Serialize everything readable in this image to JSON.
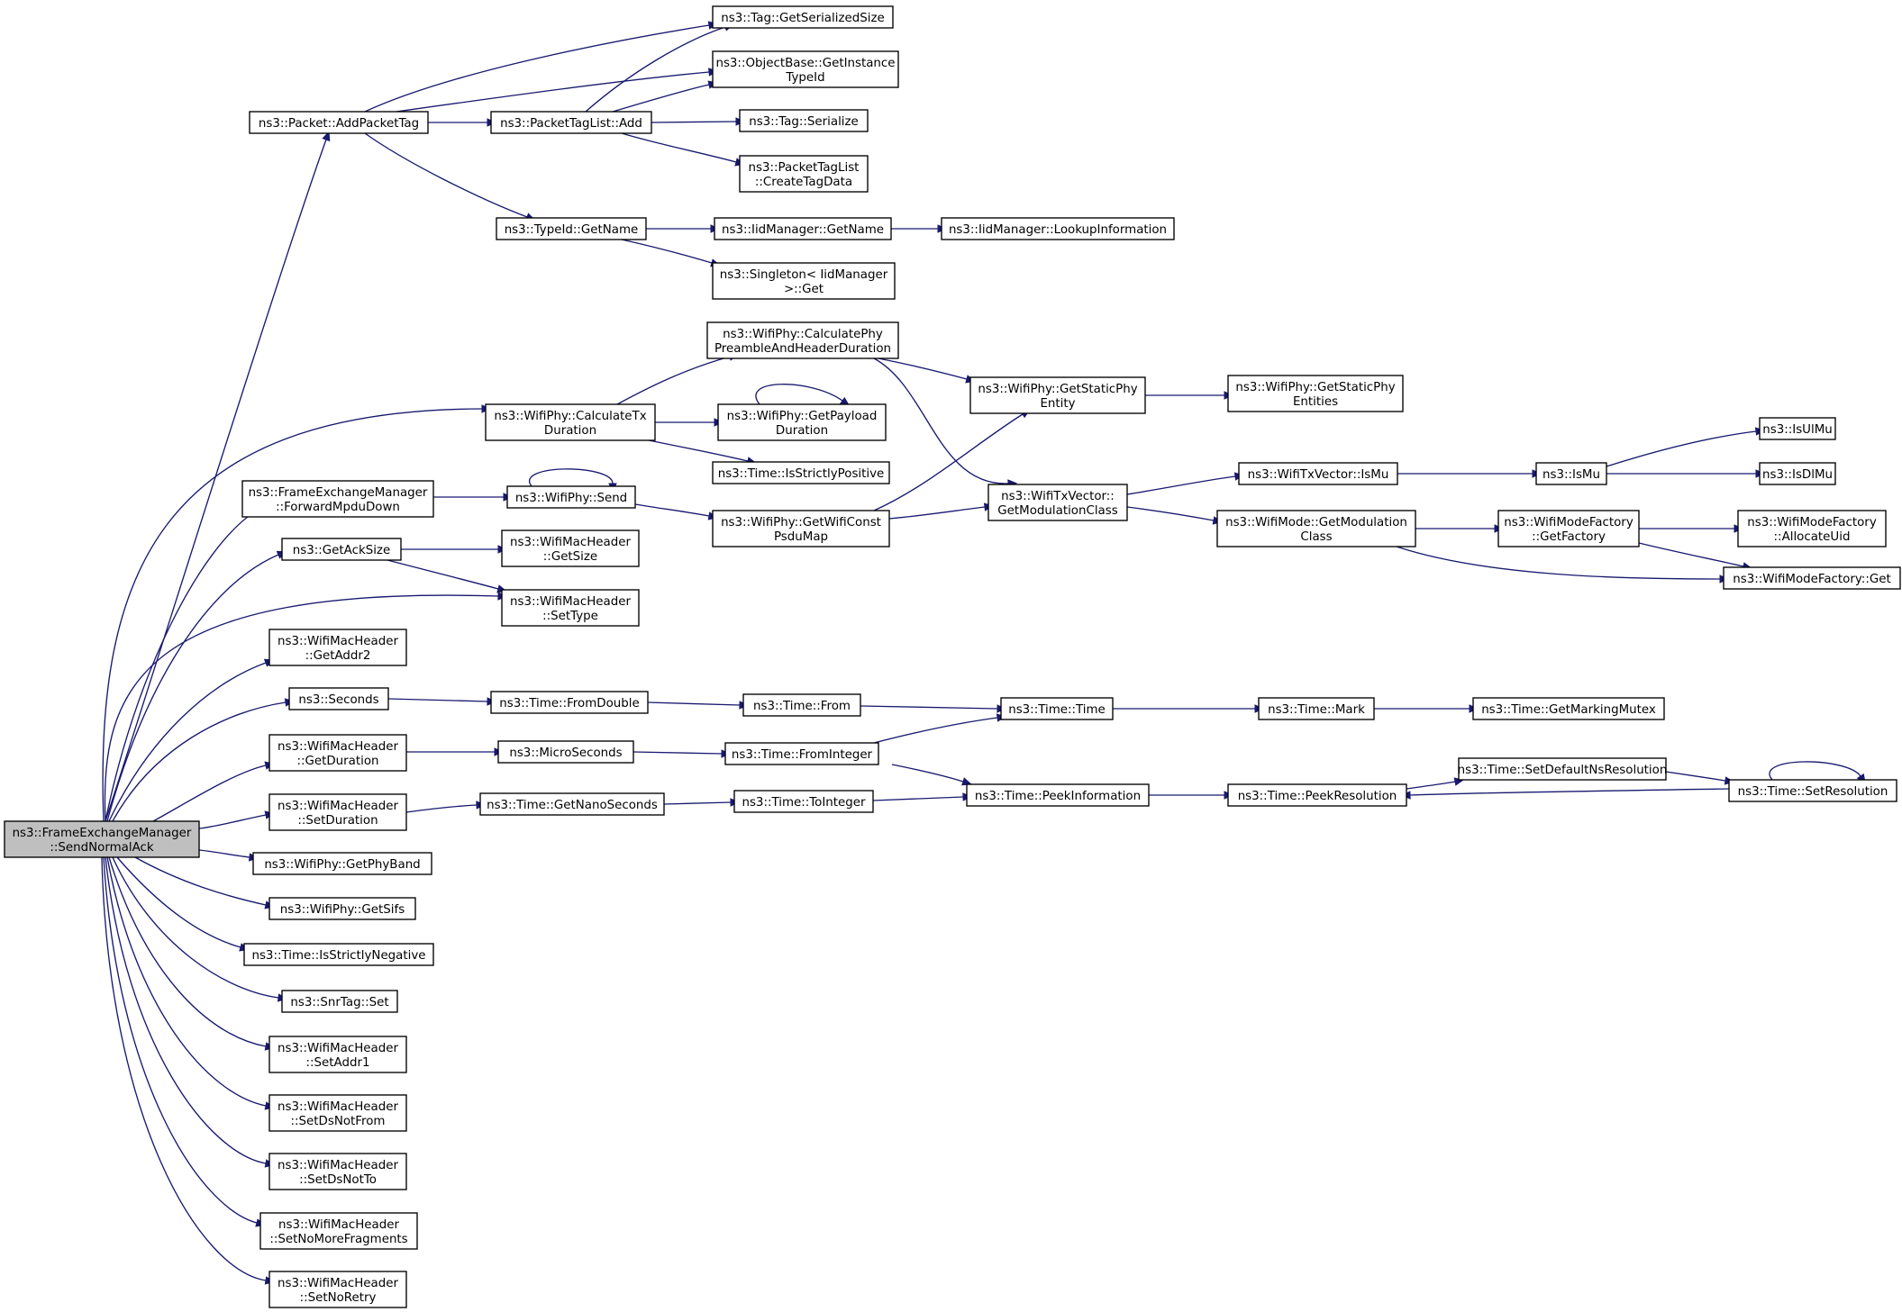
{
  "colors": {
    "edge": "#191970",
    "root_fill": "#bfbfbf",
    "node_fill": "#ffffff",
    "node_stroke": "#000000"
  },
  "nodes": {
    "root": {
      "lines": [
        "ns3::FrameExchangeManager",
        "::SendNormalAck"
      ]
    },
    "addPacketTag": {
      "lines": [
        "ns3::Packet::AddPacketTag"
      ]
    },
    "tagGetSerSize": {
      "lines": [
        "ns3::Tag::GetSerializedSize"
      ]
    },
    "objGetInstance": {
      "lines": [
        "ns3::ObjectBase::GetInstance",
        "TypeId"
      ]
    },
    "ptlAdd": {
      "lines": [
        "ns3::PacketTagList::Add"
      ]
    },
    "tagSerialize": {
      "lines": [
        "ns3::Tag::Serialize"
      ]
    },
    "ptlCreate": {
      "lines": [
        "ns3::PacketTagList",
        "::CreateTagData"
      ]
    },
    "typeIdGetName": {
      "lines": [
        "ns3::TypeId::GetName"
      ]
    },
    "iidGetName": {
      "lines": [
        "ns3::IidManager::GetName"
      ]
    },
    "iidLookup": {
      "lines": [
        "ns3::IidManager::LookupInformation"
      ]
    },
    "singletonGet": {
      "lines": [
        "ns3::Singleton< IidManager",
        ">::Get"
      ]
    },
    "calcPhyPre": {
      "lines": [
        "ns3::WifiPhy::CalculatePhy",
        "PreambleAndHeaderDuration"
      ]
    },
    "getStaticPhyEnt": {
      "lines": [
        "ns3::WifiPhy::GetStaticPhy",
        "Entity"
      ]
    },
    "getStaticPhyEnts": {
      "lines": [
        "ns3::WifiPhy::GetStaticPhy",
        "Entities"
      ]
    },
    "calcTx": {
      "lines": [
        "ns3::WifiPhy::CalculateTx",
        "Duration"
      ]
    },
    "getPayload": {
      "lines": [
        "ns3::WifiPhy::GetPayload",
        "Duration"
      ]
    },
    "isStrictPos": {
      "lines": [
        "ns3::Time::IsStrictlyPositive"
      ]
    },
    "fwdMpdu": {
      "lines": [
        "ns3::FrameExchangeManager",
        "::ForwardMpduDown"
      ]
    },
    "phySend": {
      "lines": [
        "ns3::WifiPhy::Send"
      ]
    },
    "getWifiConst": {
      "lines": [
        "ns3::WifiPhy::GetWifiConst",
        "PsduMap"
      ]
    },
    "getModClassTx": {
      "lines": [
        "ns3::WifiTxVector::",
        "GetModulationClass"
      ]
    },
    "txIsMu": {
      "lines": [
        "ns3::WifiTxVector::IsMu"
      ]
    },
    "isMu": {
      "lines": [
        "ns3::IsMu"
      ]
    },
    "isUlMu": {
      "lines": [
        "ns3::IsUlMu"
      ]
    },
    "isDlMu": {
      "lines": [
        "ns3::IsDlMu"
      ]
    },
    "modeGetMod": {
      "lines": [
        "ns3::WifiMode::GetModulation",
        "Class"
      ]
    },
    "factGetFactory": {
      "lines": [
        "ns3::WifiModeFactory",
        "::GetFactory"
      ]
    },
    "factAlloc": {
      "lines": [
        "ns3::WifiModeFactory",
        "::AllocateUid"
      ]
    },
    "factGet": {
      "lines": [
        "ns3::WifiModeFactory::Get"
      ]
    },
    "getAckSize": {
      "lines": [
        "ns3::GetAckSize"
      ]
    },
    "hdrGetSize": {
      "lines": [
        "ns3::WifiMacHeader",
        "::GetSize"
      ]
    },
    "hdrSetType": {
      "lines": [
        "ns3::WifiMacHeader",
        "::SetType"
      ]
    },
    "hdrGetAddr2": {
      "lines": [
        "ns3::WifiMacHeader",
        "::GetAddr2"
      ]
    },
    "seconds": {
      "lines": [
        "ns3::Seconds"
      ]
    },
    "fromDouble": {
      "lines": [
        "ns3::Time::FromDouble"
      ]
    },
    "timeFrom": {
      "lines": [
        "ns3::Time::From"
      ]
    },
    "timeTime": {
      "lines": [
        "ns3::Time::Time"
      ]
    },
    "timeMark": {
      "lines": [
        "ns3::Time::Mark"
      ]
    },
    "getMarkMutex": {
      "lines": [
        "ns3::Time::GetMarkingMutex"
      ]
    },
    "hdrGetDuration": {
      "lines": [
        "ns3::WifiMacHeader",
        "::GetDuration"
      ]
    },
    "microSeconds": {
      "lines": [
        "ns3::MicroSeconds"
      ]
    },
    "fromInteger": {
      "lines": [
        "ns3::Time::FromInteger"
      ]
    },
    "peekInfo": {
      "lines": [
        "ns3::Time::PeekInformation"
      ]
    },
    "peekRes": {
      "lines": [
        "ns3::Time::PeekResolution"
      ]
    },
    "setDefNsRes": {
      "lines": [
        "ns3::Time::SetDefaultNsResolution"
      ]
    },
    "setRes": {
      "lines": [
        "ns3::Time::SetResolution"
      ]
    },
    "hdrSetDuration": {
      "lines": [
        "ns3::WifiMacHeader",
        "::SetDuration"
      ]
    },
    "getNano": {
      "lines": [
        "ns3::Time::GetNanoSeconds"
      ]
    },
    "toInteger": {
      "lines": [
        "ns3::Time::ToInteger"
      ]
    },
    "getPhyBand": {
      "lines": [
        "ns3::WifiPhy::GetPhyBand"
      ]
    },
    "getSifs": {
      "lines": [
        "ns3::WifiPhy::GetSifs"
      ]
    },
    "isStrictNeg": {
      "lines": [
        "ns3::Time::IsStrictlyNegative"
      ]
    },
    "snrSet": {
      "lines": [
        "ns3::SnrTag::Set"
      ]
    },
    "hdrSetAddr1": {
      "lines": [
        "ns3::WifiMacHeader",
        "::SetAddr1"
      ]
    },
    "hdrSetDsNotFrom": {
      "lines": [
        "ns3::WifiMacHeader",
        "::SetDsNotFrom"
      ]
    },
    "hdrSetDsNotTo": {
      "lines": [
        "ns3::WifiMacHeader",
        "::SetDsNotTo"
      ]
    },
    "hdrSetNoMore": {
      "lines": [
        "ns3::WifiMacHeader",
        "::SetNoMoreFragments"
      ]
    },
    "hdrSetNoRetry": {
      "lines": [
        "ns3::WifiMacHeader",
        "::SetNoRetry"
      ]
    }
  }
}
